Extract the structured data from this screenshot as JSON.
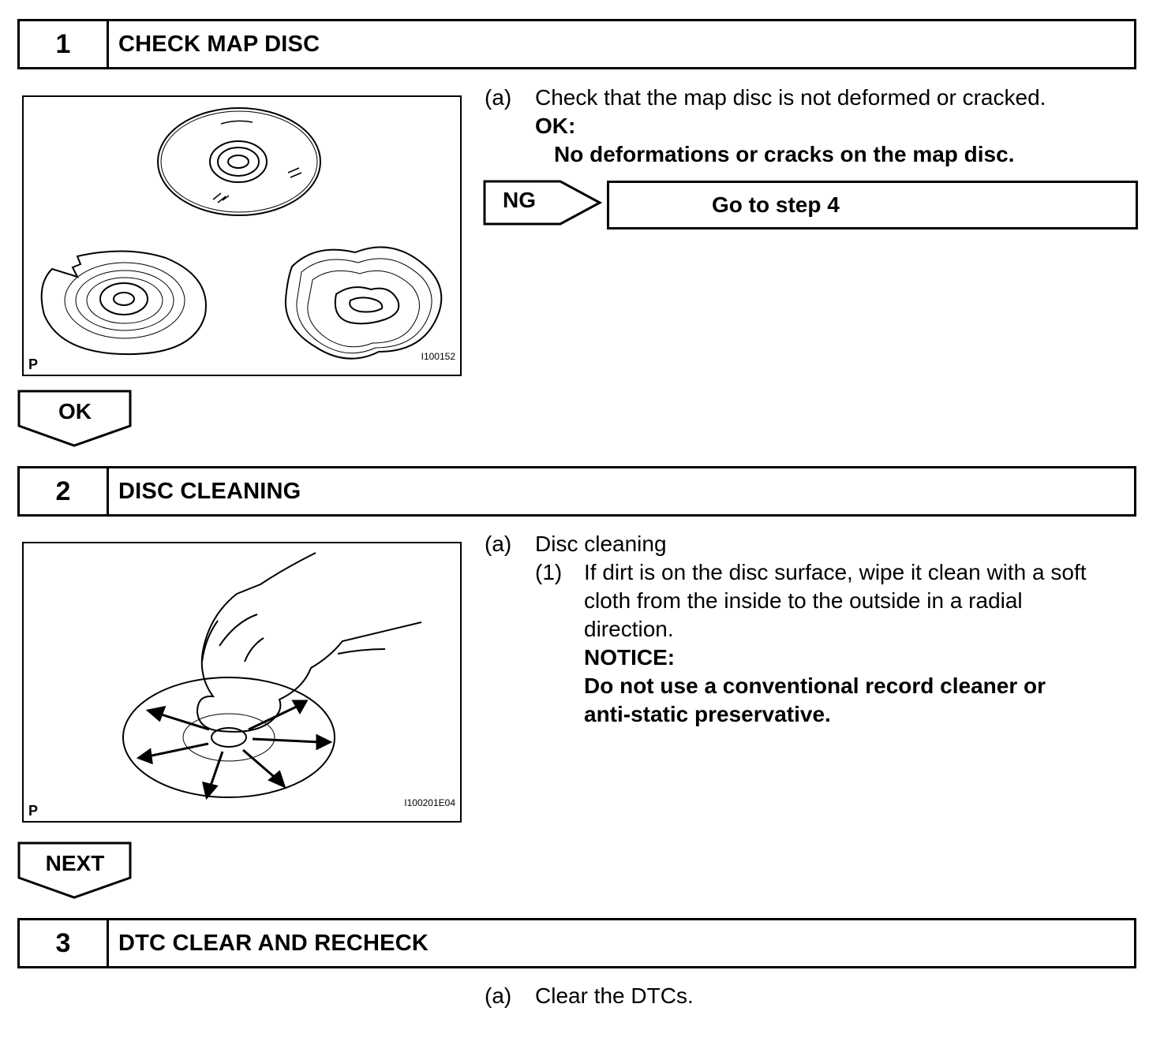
{
  "steps": [
    {
      "number": "1",
      "title": "CHECK MAP DISC"
    },
    {
      "number": "2",
      "title": "DISC CLEANING"
    },
    {
      "number": "3",
      "title": "DTC CLEAR AND RECHECK"
    }
  ],
  "step1": {
    "figure": {
      "corner": "P",
      "code": "I100152"
    },
    "item_label": "(a)",
    "item_text": "Check that the map disc is not deformed or cracked.",
    "ok_label": "OK:",
    "ok_text": "No deformations or cracks on the map disc.",
    "ng_label": "NG",
    "ng_result": "Go to step 4",
    "ok_button": "OK"
  },
  "step2": {
    "figure": {
      "corner": "P",
      "code": "I100201E04"
    },
    "item_label": "(a)",
    "item_text": "Disc cleaning",
    "sub_label": "(1)",
    "sub_lines": [
      "If dirt is on the disc surface, wipe it clean with a soft",
      "cloth from the inside to the outside in a radial",
      "direction."
    ],
    "notice_label": "NOTICE:",
    "notice_lines": [
      "Do not use a conventional record cleaner or",
      "anti-static preservative."
    ],
    "next_button": "NEXT"
  },
  "step3": {
    "item_label": "(a)",
    "item_text": "Clear the DTCs."
  }
}
